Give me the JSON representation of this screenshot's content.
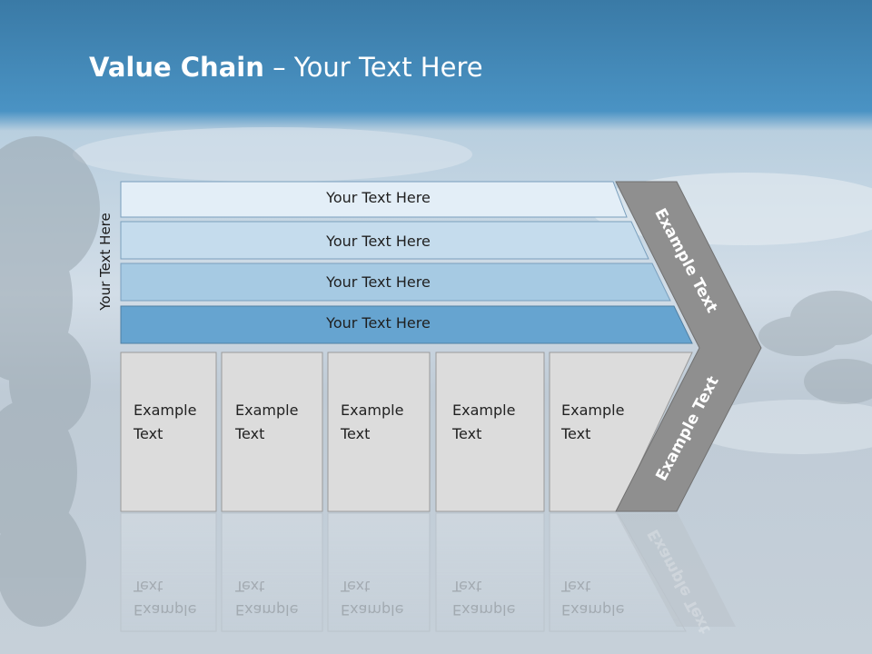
{
  "title": {
    "bold": "Value Chain",
    "rest": " – Your Text Here"
  },
  "vertical_label": "Your Text Here",
  "rows": [
    {
      "label": "Your Text Here",
      "color": "#e3eef7"
    },
    {
      "label": "Your Text Here",
      "color": "#c5dced"
    },
    {
      "label": "Your Text Here",
      "color": "#a6cae3"
    },
    {
      "label": "Your Text Here",
      "color": "#66a4d0"
    }
  ],
  "boxes": [
    {
      "label": "Example\nText"
    },
    {
      "label": "Example\nText"
    },
    {
      "label": "Example\nText"
    },
    {
      "label": "Example\nText"
    },
    {
      "label": "Example\nText"
    }
  ],
  "chevron": {
    "upper_label": "Example Text",
    "lower_label": "Example Text",
    "color": "#8f8f8f"
  },
  "colors": {
    "header": "#3f8ab8",
    "box_fill": "#dcdcdc",
    "box_border": "#9a9a9a"
  }
}
